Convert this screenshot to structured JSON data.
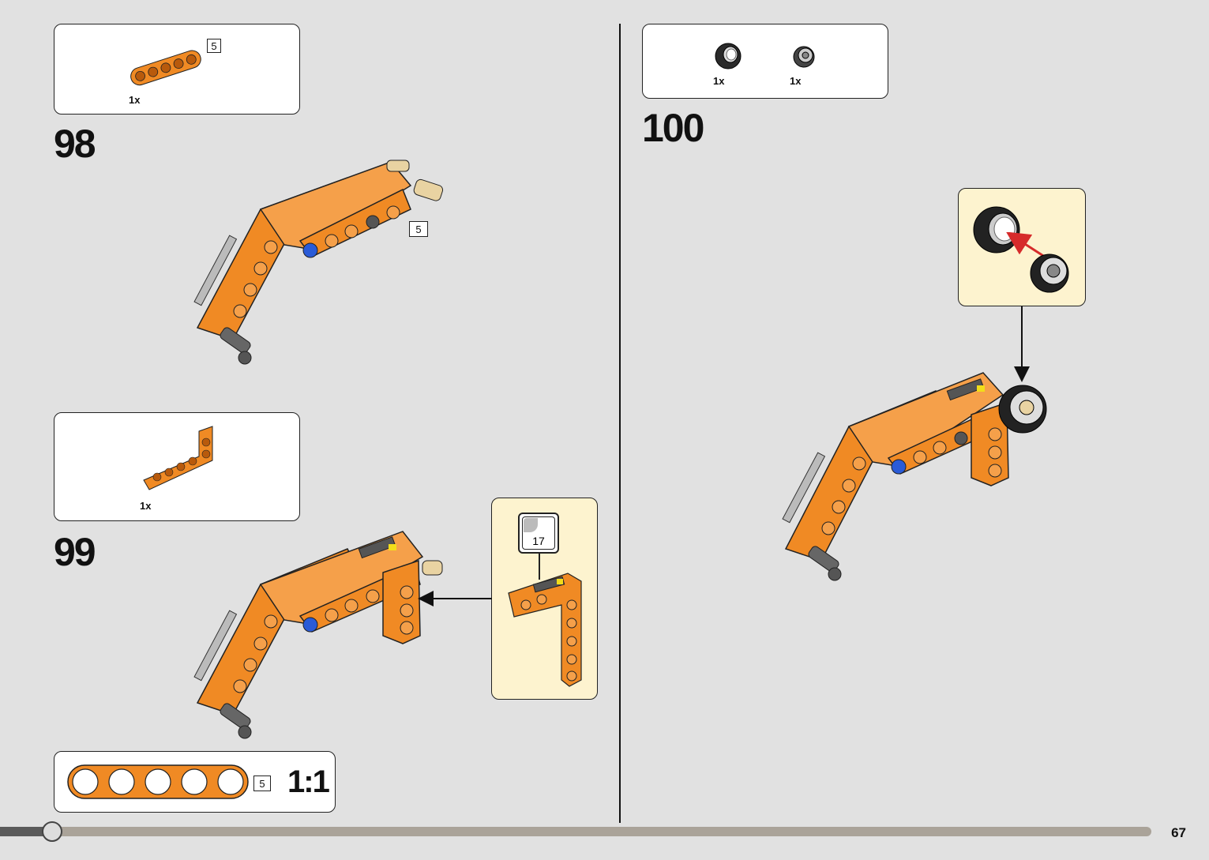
{
  "steps": [
    {
      "number": "98",
      "parts": [
        {
          "name": "orange-beam-5",
          "qty": "1x",
          "length": "5"
        }
      ],
      "model_length_label": "5"
    },
    {
      "number": "99",
      "parts": [
        {
          "name": "orange-angled-beam",
          "qty": "1x"
        }
      ],
      "callout": {
        "sticker_number": "17"
      }
    },
    {
      "number": "100",
      "parts": [
        {
          "name": "black-tire",
          "qty": "1x"
        },
        {
          "name": "grey-wheel-hub",
          "qty": "1x"
        }
      ]
    }
  ],
  "ruler": {
    "length": "5",
    "scale": "1:1"
  },
  "progress": {
    "fraction": 0.045
  },
  "page_number": "67",
  "colors": {
    "background": "#e1e1e1",
    "orange": "#f08a24",
    "orange_dark": "#b85a0c",
    "callout": "#fdf3cf",
    "arrow_red": "#d62b2b"
  }
}
